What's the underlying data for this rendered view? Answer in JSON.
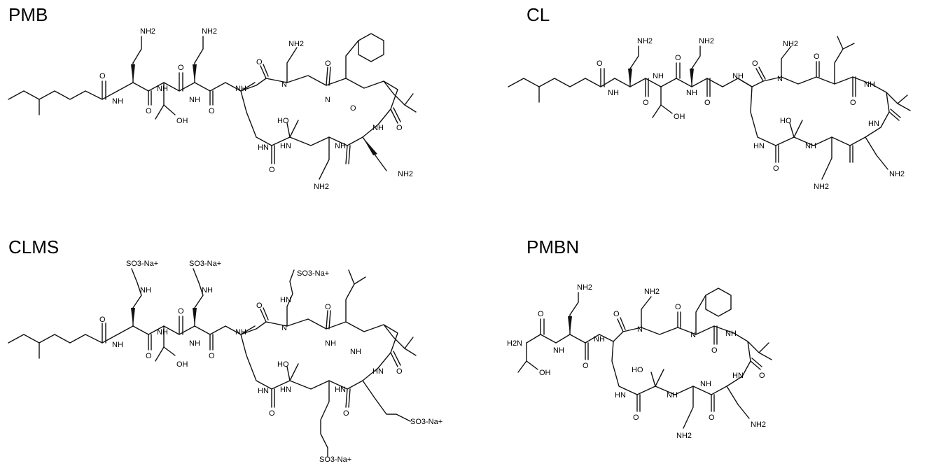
{
  "panels": [
    {
      "title": "PMB",
      "labels": [
        "NH2",
        "NH2",
        "NH2",
        "NH",
        "O",
        "O",
        "NH",
        "O",
        "NH",
        "NH",
        "OH",
        "O",
        "N",
        "O",
        "HO",
        "HN",
        "N",
        "O",
        "O",
        "O",
        "NH",
        "HN",
        "NH",
        "O",
        "NH2",
        "NH2"
      ]
    },
    {
      "title": "CL",
      "labels": [
        "NH2",
        "NH2",
        "NH2",
        "O",
        "NH",
        "O",
        "NH",
        "O",
        "NH",
        "O",
        "NH",
        "OH",
        "N",
        "O",
        "O",
        "HO",
        "HN",
        "O",
        "NH",
        "HN",
        "O",
        "NH",
        "NH2",
        "NH2"
      ]
    },
    {
      "title": "CLMS",
      "labels": [
        "SO3-Na+",
        "SO3-Na+",
        "SO3-Na+",
        "NH",
        "NH",
        "HN",
        "O",
        "NH",
        "O",
        "NH",
        "O",
        "NH",
        "NH",
        "OH",
        "O",
        "N",
        "O",
        "HO",
        "HN",
        "NH",
        "O",
        "O",
        "O",
        "HN",
        "O",
        "NH",
        "HN",
        "HN",
        "SO3-Na+",
        "SO3-Na+"
      ]
    },
    {
      "title": "PMBN",
      "labels": [
        "NH2",
        "NH2",
        "H2N",
        "O",
        "NH",
        "O",
        "NH",
        "OH",
        "O",
        "N",
        "O",
        "HO",
        "HN",
        "N",
        "O",
        "O",
        "NH",
        "O",
        "HN",
        "NH",
        "NH",
        "O",
        "NH2",
        "NH2"
      ]
    }
  ]
}
